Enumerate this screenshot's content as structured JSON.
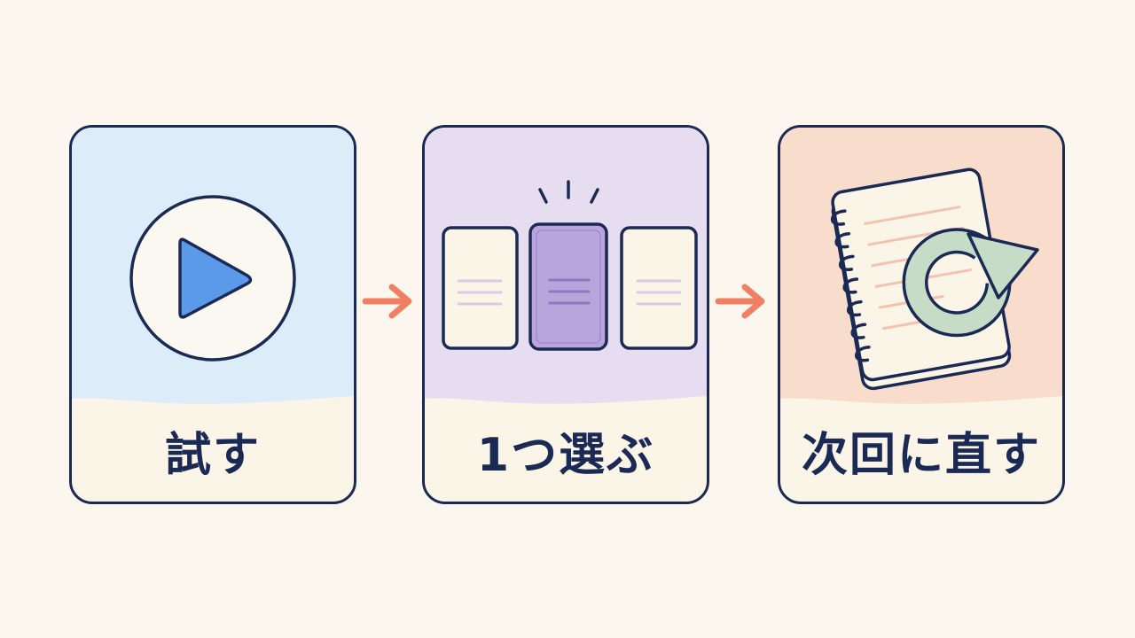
{
  "steps": [
    {
      "label": "試す",
      "icon": "play-icon",
      "color": "#dcecf8"
    },
    {
      "label": "1つ選ぶ",
      "icon": "cards-select-icon",
      "color": "#e6def0"
    },
    {
      "label": "次回に直す",
      "icon": "notebook-refresh-icon",
      "color": "#f8dccc"
    }
  ],
  "colors": {
    "outline": "#1b2a55",
    "arrow": "#f07f64",
    "play": "#5b9ae8",
    "selected_card": "#b9a4dc",
    "refresh": "#c6dcc6",
    "background": "#fcf7ee"
  }
}
